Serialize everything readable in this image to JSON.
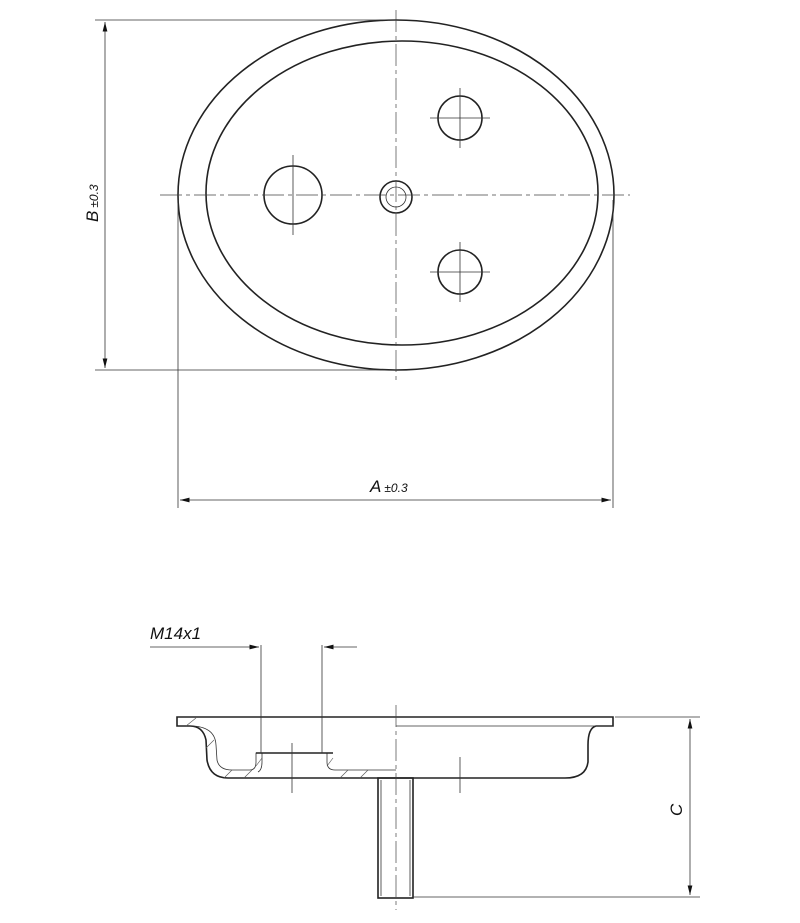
{
  "dimensions": {
    "a_label": "A",
    "a_tolerance": "±0.3",
    "b_label": "B",
    "b_tolerance": "±0.3",
    "c_label": "C",
    "thread_label": "M14x1"
  }
}
